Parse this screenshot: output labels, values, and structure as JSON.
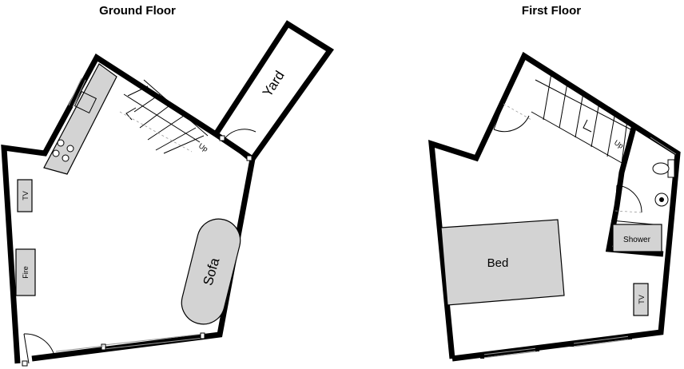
{
  "ground_floor": {
    "title": "Ground Floor",
    "labels": {
      "yard": "Yard",
      "sofa": "Sofa",
      "tv": "TV",
      "fire": "Fire",
      "stairs_up": "Up"
    }
  },
  "first_floor": {
    "title": "First Floor",
    "labels": {
      "bed": "Bed",
      "shower": "Shower",
      "tv": "TV",
      "stairs_up": "Up"
    }
  }
}
